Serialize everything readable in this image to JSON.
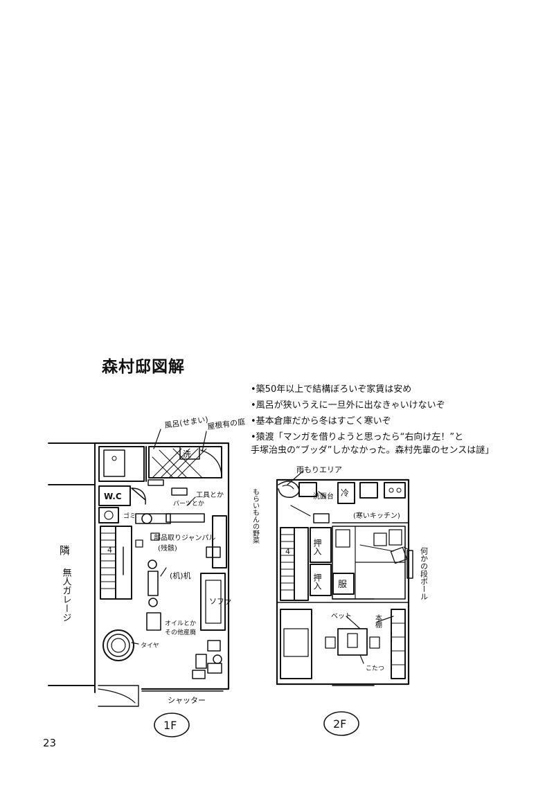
{
  "title": "森村邸図解",
  "notes": [
    {
      "line1": "•築50年以上で結構ぼろいぞ家賃は安め",
      "line2": ""
    },
    {
      "line1": "•風呂が狭いうえに一旦外に出なきゃいけないぞ",
      "line2": ""
    },
    {
      "line1": "•基本倉庫だから冬はすごく寒いぞ",
      "line2": ""
    },
    {
      "line1": "•猿渡「マンガを借りようと思ったら“右向け左！”と",
      "line2": "手塚治虫の“ブッダ”しかなかった。森村先輩のセンスは謎」"
    }
  ],
  "floor1": {
    "label": "1F",
    "bath": "風呂(せまい)",
    "roof_garden": "屋根有の庭",
    "wash": "洗",
    "wc": "W.C",
    "trash": "ゴミ",
    "parts": "パーツとか",
    "tools": "工具とか",
    "bike_project": "部品取りジャンパル",
    "bike_project_sub": "(残骸)",
    "desk": "(机)机",
    "sofa": "ソファ",
    "oil": "オイルとか",
    "misc": "その他産廃",
    "tire": "タイヤ",
    "shutter": "シャッター",
    "neighbor": "隣",
    "garage": "無人ガレージ"
  },
  "floor2": {
    "label": "2F",
    "rain": "雨もりエリア",
    "veg": "もらいもんの野菜",
    "sink": "洗面台",
    "fridge": "冷",
    "kitchen": "(寒いキッチン)",
    "closet1": "押入",
    "closet2": "押入",
    "clothes": "服",
    "bed": "ベット",
    "shelf": "本棚",
    "kotatsu": "こたつ",
    "cardboard": "何かの段ボール"
  },
  "page_number": "23"
}
